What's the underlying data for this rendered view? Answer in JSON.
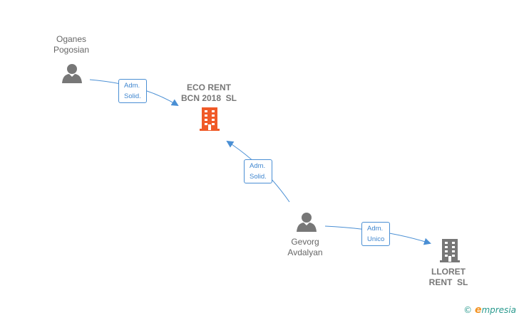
{
  "persons": [
    {
      "id": "oganes",
      "name": "Oganes\nPogosian"
    },
    {
      "id": "gevorg",
      "name": "Gevorg\nAvdalyan"
    }
  ],
  "companies": [
    {
      "id": "eco",
      "name": "ECO RENT\nBCN 2018  SL",
      "color": "#f05a28"
    },
    {
      "id": "lloret",
      "name": "LLORET\nRENT  SL",
      "color": "#777777"
    }
  ],
  "relations": [
    {
      "from": "oganes",
      "to": "eco",
      "line1": "Adm.",
      "line2": "Solid."
    },
    {
      "from": "gevorg",
      "to": "eco",
      "line1": "Adm.",
      "line2": "Solid."
    },
    {
      "from": "gevorg",
      "to": "lloret",
      "line1": "Adm.",
      "line2": "Unico"
    }
  ],
  "colors": {
    "link": "#4a8fd4",
    "person": "#777777",
    "text": "#666666"
  },
  "logo": {
    "copyright": "©",
    "e": "e",
    "brand": "mpresia"
  }
}
